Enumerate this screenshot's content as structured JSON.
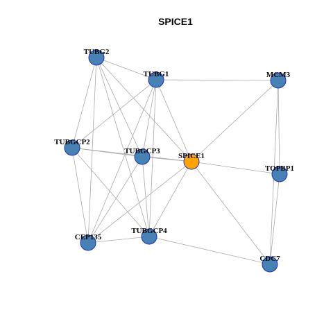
{
  "title": "SPICE1",
  "colors": {
    "default_node": "#4682b4",
    "highlight_node": "#ffa500",
    "node_border": "#1f2fbf",
    "edge": "#aaaaaa"
  },
  "nodes": [
    {
      "id": "TUBG2",
      "label": "TUBG2",
      "highlight": false
    },
    {
      "id": "TUBG1",
      "label": "TUBG1",
      "highlight": false
    },
    {
      "id": "MCM3",
      "label": "MCM3",
      "highlight": false
    },
    {
      "id": "TUBGCP2",
      "label": "TUBGCP2",
      "highlight": false
    },
    {
      "id": "TUBGCP3",
      "label": "TUBGCP3",
      "highlight": false
    },
    {
      "id": "SPICE1",
      "label": "SPICE1",
      "highlight": true
    },
    {
      "id": "TOPBP1",
      "label": "TOPBP1",
      "highlight": false
    },
    {
      "id": "CEP135",
      "label": "CEP135",
      "highlight": false
    },
    {
      "id": "TUBGCP4",
      "label": "TUBGCP4",
      "highlight": false
    },
    {
      "id": "CDC7",
      "label": "CDC7",
      "highlight": false
    }
  ],
  "edges": [
    [
      "TUBG2",
      "TUBG1"
    ],
    [
      "TUBG2",
      "TUBGCP2"
    ],
    [
      "TUBG2",
      "TUBGCP3"
    ],
    [
      "TUBG2",
      "SPICE1"
    ],
    [
      "TUBG2",
      "CEP135"
    ],
    [
      "TUBG2",
      "TUBGCP4"
    ],
    [
      "TUBG1",
      "MCM3"
    ],
    [
      "TUBG1",
      "TUBGCP2"
    ],
    [
      "TUBG1",
      "TUBGCP3"
    ],
    [
      "TUBG1",
      "SPICE1"
    ],
    [
      "TUBG1",
      "CEP135"
    ],
    [
      "TUBG1",
      "TUBGCP4"
    ],
    [
      "MCM3",
      "SPICE1"
    ],
    [
      "MCM3",
      "TOPBP1"
    ],
    [
      "MCM3",
      "CDC7"
    ],
    [
      "TUBGCP2",
      "TUBGCP3"
    ],
    [
      "TUBGCP2",
      "SPICE1"
    ],
    [
      "TUBGCP2",
      "CEP135"
    ],
    [
      "TUBGCP2",
      "TUBGCP4"
    ],
    [
      "TUBGCP3",
      "SPICE1"
    ],
    [
      "TUBGCP3",
      "CEP135"
    ],
    [
      "TUBGCP3",
      "TUBGCP4"
    ],
    [
      "SPICE1",
      "TOPBP1"
    ],
    [
      "SPICE1",
      "CEP135"
    ],
    [
      "SPICE1",
      "TUBGCP4"
    ],
    [
      "SPICE1",
      "CDC7"
    ],
    [
      "TOPBP1",
      "CDC7"
    ],
    [
      "CEP135",
      "TUBGCP4"
    ],
    [
      "TUBGCP4",
      "CDC7"
    ]
  ]
}
